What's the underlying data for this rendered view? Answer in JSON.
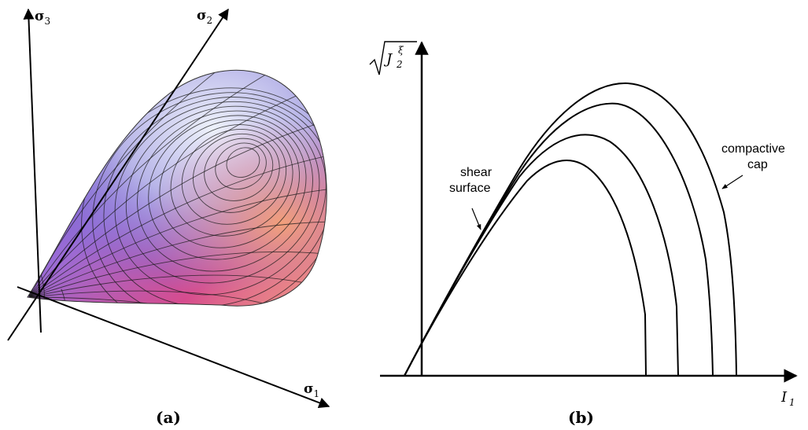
{
  "panel_a": {
    "caption": "(a)",
    "axis_sigma1": {
      "base": "σ",
      "sub": "1"
    },
    "axis_sigma2": {
      "base": "σ",
      "sub": "2"
    },
    "axis_sigma3": {
      "base": "σ",
      "sub": "3"
    },
    "surface_colors": {
      "top": "#eef2fb",
      "left": "#5a4fc8",
      "right": "#f2a07a",
      "bottom": "#d64c8e",
      "mesh": "#1a1a1a"
    }
  },
  "panel_b": {
    "caption": "(b)",
    "y_label": {
      "base": "J",
      "sub": "2",
      "sup": "ξ"
    },
    "x_label": {
      "base": "I",
      "sub": "1"
    },
    "annotation_shear": [
      "shear",
      "surface"
    ],
    "annotation_cap": [
      "compactive",
      "cap"
    ]
  }
}
